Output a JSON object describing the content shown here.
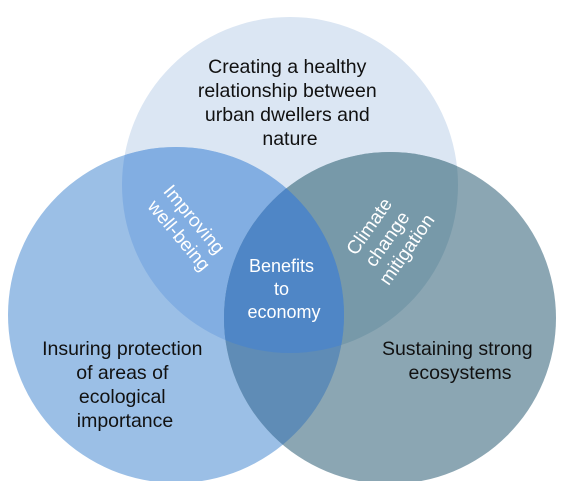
{
  "diagram": {
    "top": [
      "Creating a healthy",
      "relationship between",
      "urban dwellers and",
      "nature"
    ],
    "left": [
      "Insuring protection",
      "of areas of",
      "ecological",
      "importance"
    ],
    "right": [
      "Sustaining strong",
      "ecosystems"
    ],
    "top_left_overlap": [
      "Improving",
      "well-being"
    ],
    "top_right_overlap": [
      "Climate",
      "change",
      "mitigation"
    ],
    "center": [
      "Benefits",
      "to",
      "economy"
    ]
  },
  "colors": {
    "top_circle": "#dbe6f3",
    "left_circle": "#9bbfe6",
    "right_circle": "#8ba6b3",
    "top_left_overlap": "#82aee2",
    "top_right_overlap": "#7799a9",
    "left_right_overlap": "#5f8cb6",
    "center": "#4f86c6",
    "dark_text": "#111111",
    "light_text": "#ffffff"
  }
}
